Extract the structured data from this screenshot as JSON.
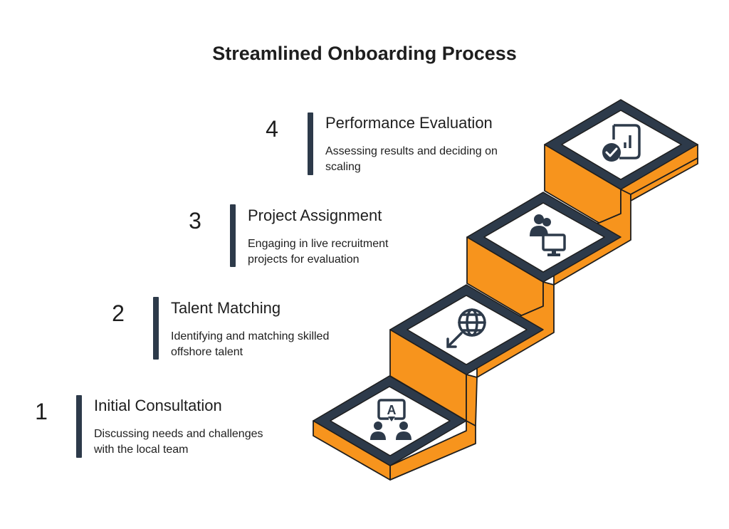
{
  "title": "Streamlined Onboarding Process",
  "colors": {
    "accent_orange": "#F7941D",
    "dark_frame": "#2D3A4A",
    "text": "#1E1E1E"
  },
  "steps": [
    {
      "number": "1",
      "heading": "Initial Consultation",
      "line1": "Discussing needs and challenges",
      "line2": "with the local team",
      "icon": "consultation-icon"
    },
    {
      "number": "2",
      "heading": "Talent Matching",
      "line1": "Identifying and matching skilled",
      "line2": "offshore talent",
      "icon": "globe-pointer-icon"
    },
    {
      "number": "3",
      "heading": "Project Assignment",
      "line1": "Engaging in live recruitment",
      "line2": "projects for evaluation",
      "icon": "team-monitor-icon"
    },
    {
      "number": "4",
      "heading": "Performance Evaluation",
      "line1": "Assessing results and deciding on",
      "line2": "scaling",
      "icon": "report-check-icon"
    }
  ]
}
